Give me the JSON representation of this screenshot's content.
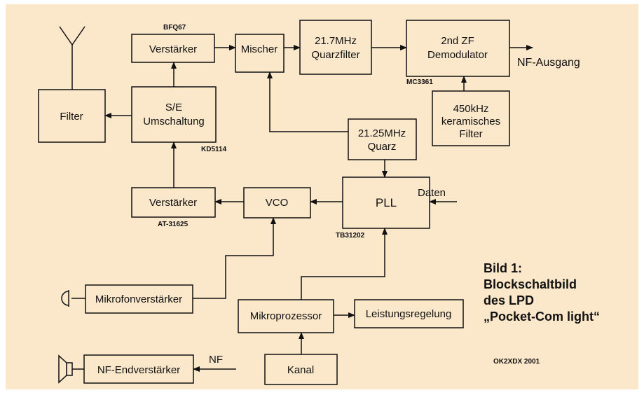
{
  "diagram": {
    "background_color": "#fbe7ca",
    "blocks": {
      "filter": "Filter",
      "se_switch": [
        "S/E",
        "Umschaltung"
      ],
      "amp_top": "Verstärker",
      "mixer": "Mischer",
      "quartz_filter": [
        "21.7MHz",
        "Quarzfilter"
      ],
      "demod": [
        "2nd ZF",
        "Demodulator"
      ],
      "ceramic_filter": [
        "450kHz",
        "keramisches",
        "Filter"
      ],
      "quartz": [
        "21.25MHz",
        "Quarz"
      ],
      "pll": "PLL",
      "vco": "VCO",
      "amp_bottom": "Verstärker",
      "mic_amp": "Mikrofonverstärker",
      "mcu": "Mikroprozessor",
      "power_ctrl": "Leistungsregelung",
      "audio_amp": "NF-Endverstärker",
      "channel": "Kanal"
    },
    "part_labels": {
      "amp_top": "BFQ67",
      "demod": "MC3361",
      "se_switch": "KD5114",
      "amp_bottom": "AT-31625",
      "pll": "TB31202"
    },
    "signals": {
      "af_out": "NF-Ausgang",
      "data_in": "Daten",
      "af_in": "NF"
    },
    "caption": [
      "Bild 1:",
      "Blockschaltbild",
      "des LPD",
      "„Pocket-Com light“"
    ],
    "credit": "OK2XDX 2001"
  }
}
